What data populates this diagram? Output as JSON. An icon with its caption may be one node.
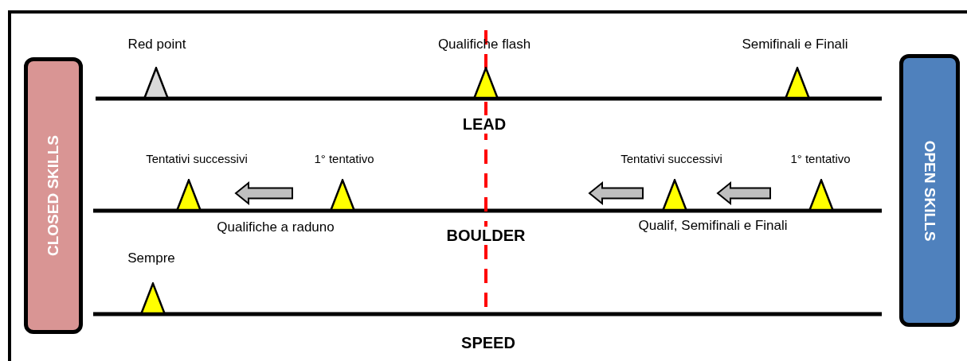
{
  "diagram": {
    "nodes": [
      {
        "text": [
          "CLOSED SKILLS"
        ]
      },
      {
        "text": [
          "OPEN SKILLS"
        ]
      },
      {
        "text": [],
        "shape": "triangle",
        "beside": [
          "Red point"
        ]
      },
      {
        "text": [],
        "shape": "triangle",
        "beside": [
          "Qualifiche flash"
        ]
      },
      {
        "text": [],
        "shape": "triangle",
        "beside": [
          "Semifinali e Finali"
        ]
      },
      {
        "text": [],
        "shape": "triangle",
        "beside": [
          "Tentativi successivi"
        ]
      },
      {
        "text": [],
        "shape": "triangle",
        "beside": [
          "1° tentativo"
        ]
      },
      {
        "text": [],
        "shape": "triangle",
        "beside": [
          "Tentativi successivi"
        ]
      },
      {
        "text": [],
        "shape": "triangle",
        "beside": [
          "1° tentativo"
        ]
      },
      {
        "text": [],
        "shape": "triangle",
        "beside": [
          "Sempre"
        ]
      }
    ],
    "edges": [
      {
        "from": 6,
        "to": 5,
        "arrow": "to",
        "style": "thick"
      },
      {
        "from": 8,
        "to": 7,
        "arrow": "to",
        "style": "thick"
      },
      {
        "from": 7,
        "to": null,
        "arrow": "to",
        "style": "thick"
      }
    ],
    "labels": [
      "LEAD",
      "Qualifiche a raduno",
      "BOULDER",
      "Qualif, Semifinali e Finali",
      "SPEED"
    ]
  }
}
